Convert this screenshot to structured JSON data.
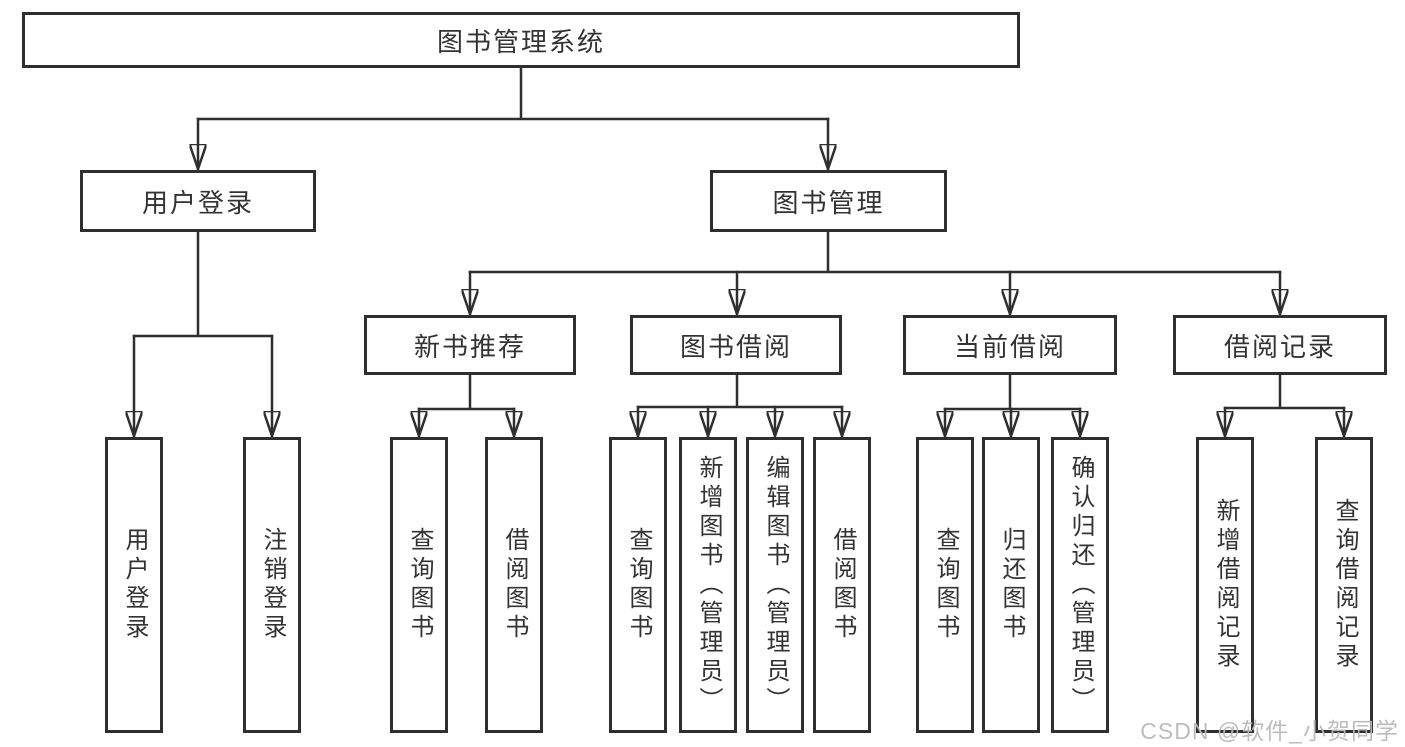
{
  "diagram": {
    "root": "图书管理系统",
    "level2": {
      "user_login": "用户登录",
      "book_mgmt": "图书管理"
    },
    "level3": {
      "new_book_rec": "新书推荐",
      "book_borrow": "图书借阅",
      "current_borrow": "当前借阅",
      "borrow_records": "借阅记录"
    },
    "leaves": {
      "user_login": "用户登录",
      "logout": "注销登录",
      "rec_query_book": "查询图书",
      "rec_borrow_book": "借阅图书",
      "bor_query_book": "查询图书",
      "bor_add_book": "新增图书（管理员）",
      "bor_edit_book": "编辑图书（管理员）",
      "bor_borrow_book": "借阅图书",
      "cur_query_book": "查询图书",
      "cur_return_book": "归还图书",
      "cur_confirm_return": "确认归还（管理员）",
      "rec2_add_record": "新增借阅记录",
      "rec2_query_record": "查询借阅记录"
    }
  },
  "watermark": "CSDN @软件_小贺同学",
  "colors": {
    "line": "#2f2f2f",
    "text": "#333333",
    "watermark": "#b9b9b9",
    "background": "#ffffff"
  }
}
